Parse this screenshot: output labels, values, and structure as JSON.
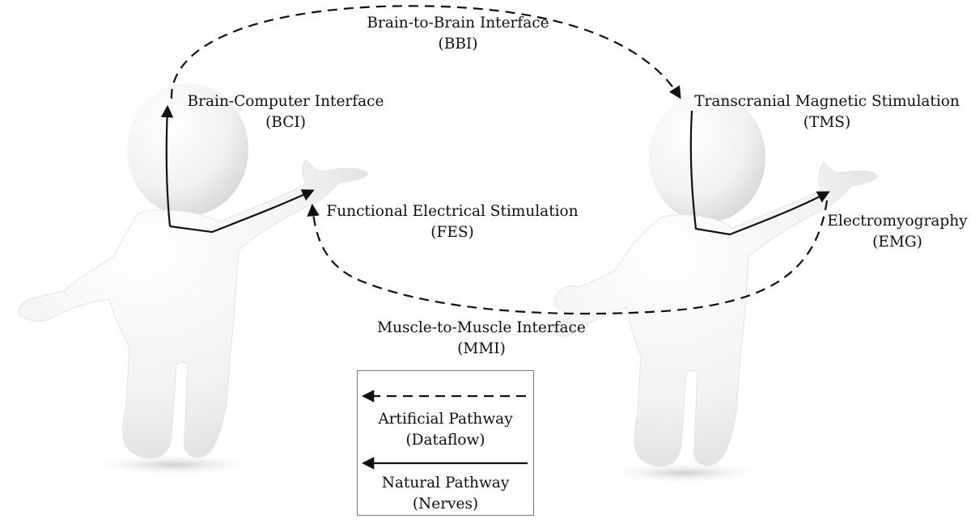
{
  "labels": {
    "bbi": {
      "name": "Brain-to-Brain Interface",
      "abbr": "(BBI)"
    },
    "bci": {
      "name": "Brain-Computer Interface",
      "abbr": "(BCI)"
    },
    "tms": {
      "name": "Transcranial Magnetic Stimulation",
      "abbr": "(TMS)"
    },
    "fes": {
      "name": "Functional Electrical Stimulation",
      "abbr": "(FES)"
    },
    "emg": {
      "name": "Electromyography",
      "abbr": "(EMG)"
    },
    "mmi": {
      "name": "Muscle-to-Muscle Interface",
      "abbr": "(MMI)"
    }
  },
  "legend": {
    "artificial": {
      "line1": "Artificial Pathway",
      "line2": "(Dataflow)"
    },
    "natural": {
      "line1": "Natural Pathway",
      "line2": "(Nerves)"
    }
  },
  "colors": {
    "figure_body": "#f4f4f4",
    "figure_shadow": "#d6d6d6",
    "line": "#111111"
  }
}
